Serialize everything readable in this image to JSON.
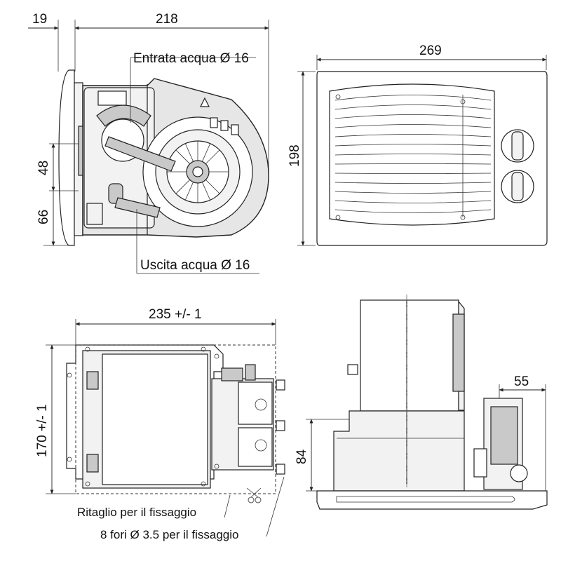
{
  "dimensions": {
    "d19": "19",
    "d218": "218",
    "d269": "269",
    "d198": "198",
    "d48": "48",
    "d66": "66",
    "d235": "235 +/- 1",
    "d170": "170 +/- 1",
    "d84": "84",
    "d55": "55"
  },
  "labels": {
    "water_inlet": "Entrata acqua Ø 16",
    "water_outlet": "Uscita acqua Ø 16",
    "cutout": "Ritaglio per il fissaggio",
    "holes": "8 fori Ø 3.5 per il fissaggio"
  }
}
